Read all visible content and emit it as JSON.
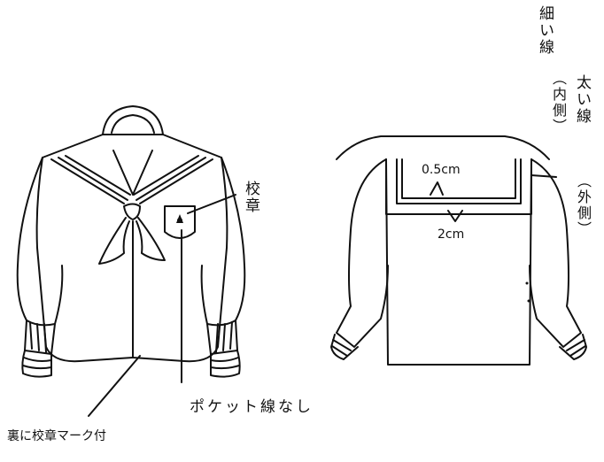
{
  "labels": {
    "school_emblem": "校章",
    "no_pocket_line": "ポケット線なし",
    "emblem_on_back": "裏に校章マーク付",
    "half_cm": "0.5cm",
    "two_cm": "2cm",
    "thin_line": "細い線",
    "inner": "（内側）",
    "thick_line": "太い線",
    "outer": "（外側）"
  }
}
